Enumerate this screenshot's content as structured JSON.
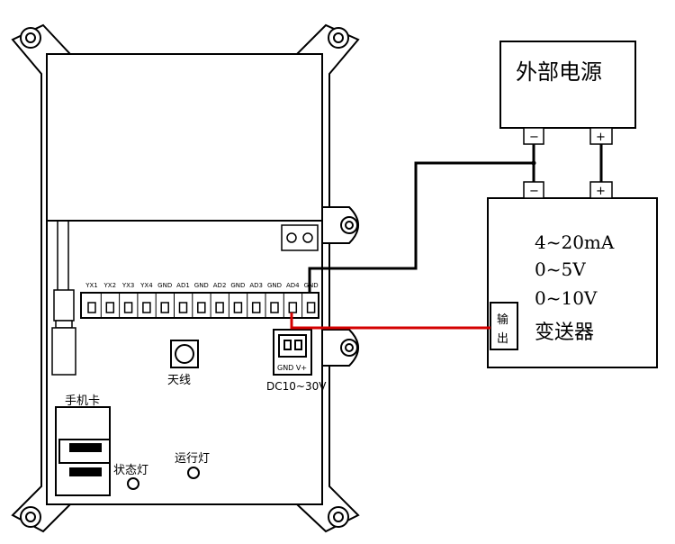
{
  "external_power": {
    "title": "外部电源",
    "minus": "−",
    "plus": "+"
  },
  "transmitter": {
    "lines": [
      "4~20mA",
      "0~5V",
      "0~10V",
      "变送器"
    ],
    "minus": "−",
    "plus": "+",
    "output_label": [
      "输",
      "出"
    ]
  },
  "device": {
    "terminals": [
      "YX1",
      "YX2",
      "YX3",
      "YX4",
      "GND",
      "AD1",
      "GND",
      "AD2",
      "GND",
      "AD3",
      "GND",
      "AD4",
      "GND"
    ],
    "power_connector": {
      "label": "GND V+",
      "rating": "DC10~30V"
    },
    "antenna_label": "天线",
    "sim_label": "手机卡",
    "status_led_label": "状态灯",
    "run_led_label": "运行灯"
  },
  "colors": {
    "stroke": "#000000",
    "signal_wire": "#d40000",
    "ground_wire": "#000000"
  }
}
